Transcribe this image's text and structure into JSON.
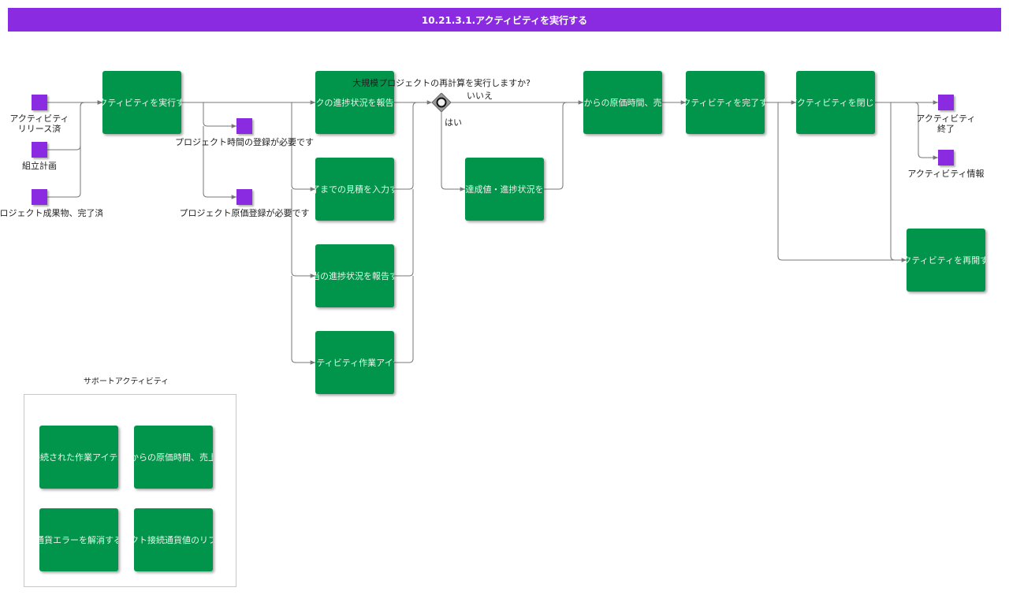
{
  "header": {
    "title": "10.21.3.1.アクティビティを実行する"
  },
  "events": {
    "released": "アクティビティ\nリリース済",
    "assembly_plan": "組立計画",
    "deliverable_done": "プロジェクト成果物、完了済",
    "time_needed": "プロジェクト時間の登録が必要です",
    "cost_needed": "プロジェクト原価登録が必要です",
    "activity_end": "アクティビティ\n終了",
    "activity_info": "アクティビティ情報"
  },
  "tasks": {
    "execute": "アクティビティを実行する",
    "report_progress": "タスクの進捗状況を報告する",
    "enter_estimate": "完了までの見積を入力する",
    "report_assignment": "担当の進捗状況を報告する",
    "work_items": "アクティビティ作業アイテム",
    "earned_value": "達成値・進捗状況を",
    "cost_time": "からの原価時間、売",
    "complete": "アクティビティを完了する",
    "close": "アクティビティを閉じる",
    "reopen": "アクティビティを再開する"
  },
  "gateway": {
    "question": "大規模プロジェクトの再計算を実行しますか?",
    "no": "いいえ",
    "yes": "はい"
  },
  "support": {
    "title": "サポートアクティビティ",
    "items": [
      "接続された作業アイテム",
      "からの原価時間、売上",
      "通貨エラーを解消する",
      "プロジェクト接続通貨値のリフレッシュ"
    ]
  },
  "colors": {
    "header": "#8a2be2",
    "task": "#00954a",
    "event": "#8a2be2",
    "line": "#777777"
  }
}
